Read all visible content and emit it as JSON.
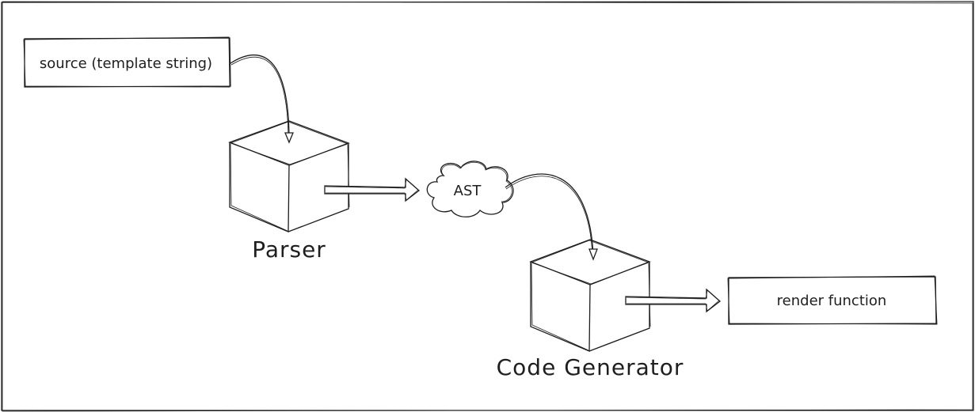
{
  "nodes": {
    "source": "source (template string)",
    "parser": "Parser",
    "ast": "AST",
    "code_generator": "Code Generator",
    "render_function": "render function"
  },
  "colors": {
    "stroke": "#1e1e1e",
    "background": "#ffffff"
  }
}
